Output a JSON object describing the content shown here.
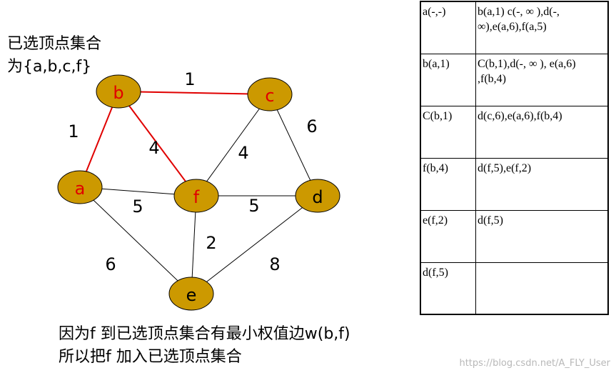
{
  "caption_top": [
    "已选顶点集合",
    "为{a,b,c,f}"
  ],
  "caption_bottom": [
    "因为f 到已选顶点集合有最小权值边w(b,f)",
    "所以把f 加入已选顶点集合"
  ],
  "colors": {
    "node_fill": "#CC9900",
    "selected_edge": "#E00000",
    "normal_edge": "#000000",
    "selected_label": "#E00000",
    "normal_label": "#000000"
  },
  "nodes": [
    {
      "id": "a",
      "label": "a",
      "selected": true
    },
    {
      "id": "b",
      "label": "b",
      "selected": true
    },
    {
      "id": "c",
      "label": "c",
      "selected": true
    },
    {
      "id": "d",
      "label": "d",
      "selected": false
    },
    {
      "id": "e",
      "label": "e",
      "selected": false
    },
    {
      "id": "f",
      "label": "f",
      "selected": true
    }
  ],
  "edges": [
    {
      "from": "b",
      "to": "c",
      "weight": "1",
      "selected": true
    },
    {
      "from": "a",
      "to": "b",
      "weight": "1",
      "selected": true
    },
    {
      "from": "b",
      "to": "f",
      "weight": "4",
      "selected": true
    },
    {
      "from": "c",
      "to": "f",
      "weight": "4",
      "selected": false
    },
    {
      "from": "c",
      "to": "d",
      "weight": "6",
      "selected": false
    },
    {
      "from": "a",
      "to": "f",
      "weight": "5",
      "selected": false
    },
    {
      "from": "f",
      "to": "d",
      "weight": "5",
      "selected": false
    },
    {
      "from": "f",
      "to": "e",
      "weight": "2",
      "selected": false
    },
    {
      "from": "a",
      "to": "e",
      "weight": "6",
      "selected": false
    },
    {
      "from": "d",
      "to": "e",
      "weight": "8",
      "selected": false
    }
  ],
  "table": [
    [
      "a(-,-)",
      "b(a,1) c(-, ∞ ),d(-, ∞),e(a,6),f(a,5)"
    ],
    [
      "b(a,1)",
      "C(b,1),d(-, ∞ ), e(a,6) ,f(b,4)"
    ],
    [
      "C(b,1)",
      "d(c,6),e(a,6),f(b,4)"
    ],
    [
      "f(b,4)",
      "d(f,5),e(f,2)"
    ],
    [
      "e(f,2)",
      "d(f,5)"
    ],
    [
      "d(f,5)",
      ""
    ]
  ],
  "watermark": "https://blog.csdn.net/A_FLY_User"
}
